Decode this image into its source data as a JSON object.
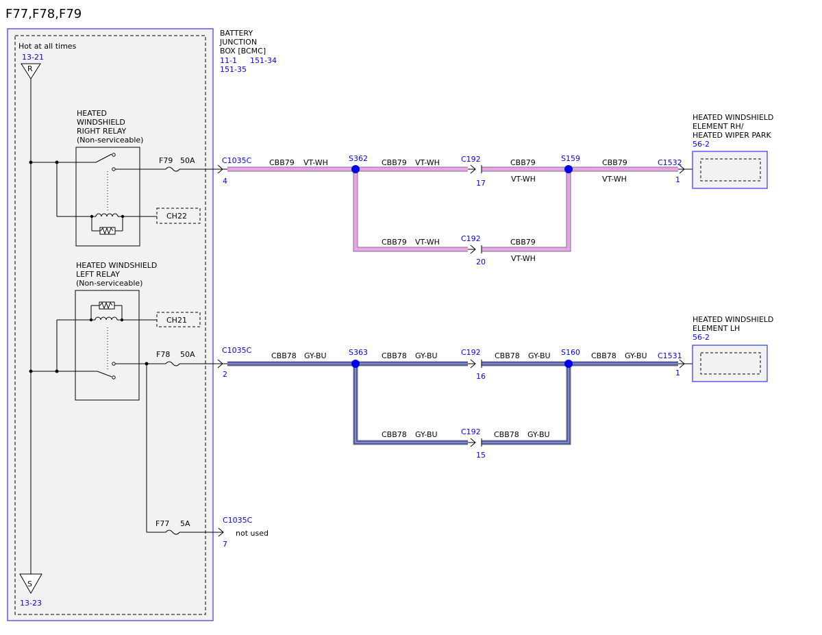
{
  "title": "F77,F78,F79",
  "colors": {
    "vt_wh_wire": "#e9a4e9",
    "gy_bu_wire": "#4a55a8",
    "wire_outline": "#777777",
    "link_blue": "#0000ee",
    "box_fill": "#f2f2f2",
    "box_border": "#3333dd"
  },
  "bjb": {
    "name_line1": "BATTERY",
    "name_line2": "JUNCTION",
    "name_line3": "BOX [BCMC]",
    "ref1": "11-1",
    "ref2": "151-34",
    "ref3": "151-35",
    "hot_label": "Hot at all times",
    "hot_ref": "13-21",
    "top_symbol": "R",
    "bottom_symbol": "S",
    "bottom_ref": "13-23"
  },
  "right_relay": {
    "line1": "HEATED",
    "line2": "WINDSHIELD",
    "line3": "RIGHT RELAY",
    "line4": "(Non-serviceable)",
    "control": "CH22"
  },
  "left_relay": {
    "line1": "HEATED WINDSHIELD",
    "line2": "LEFT RELAY",
    "line3": "(Non-serviceable)",
    "control": "CH21"
  },
  "fuses": {
    "f79": {
      "name": "F79",
      "rating": "50A"
    },
    "f78": {
      "name": "F78",
      "rating": "50A"
    },
    "f77": {
      "name": "F77",
      "rating": "5A"
    }
  },
  "circuit_79": {
    "bjb_connector": "C1035C",
    "bjb_pin": "4",
    "seg1_circuit": "CBB79",
    "seg1_color": "VT-WH",
    "splice_a": "S362",
    "seg2_circuit": "CBB79",
    "seg2_color": "VT-WH",
    "inline_connector_top": "C192",
    "inline_pin_top": "17",
    "seg3_circuit": "CBB79",
    "seg3_color": "VT-WH",
    "splice_b": "S159",
    "seg4_circuit": "CBB79",
    "seg4_color": "VT-WH",
    "load_connector": "C1532",
    "load_pin": "1",
    "lower_seg1_circuit": "CBB79",
    "lower_seg1_color": "VT-WH",
    "inline_connector_bottom": "C192",
    "inline_pin_bottom": "20",
    "lower_seg2_circuit": "CBB79",
    "lower_seg2_color": "VT-WH"
  },
  "circuit_78": {
    "bjb_connector": "C1035C",
    "bjb_pin": "2",
    "seg1_circuit": "CBB78",
    "seg1_color": "GY-BU",
    "splice_a": "S363",
    "seg2_circuit": "CBB78",
    "seg2_color": "GY-BU",
    "inline_connector_top": "C192",
    "inline_pin_top": "16",
    "seg3_circuit": "CBB78",
    "seg3_color": "GY-BU",
    "splice_b": "S160",
    "seg4_circuit": "CBB78",
    "seg4_color": "GY-BU",
    "load_connector": "C1531",
    "load_pin": "1",
    "lower_seg1_circuit": "CBB78",
    "lower_seg1_color": "GY-BU",
    "inline_connector_bottom": "C192",
    "inline_pin_bottom": "15",
    "lower_seg2_circuit": "CBB78",
    "lower_seg2_color": "GY-BU"
  },
  "circuit_77": {
    "bjb_connector": "C1035C",
    "bjb_pin": "7",
    "status": "not used"
  },
  "load_rh": {
    "line1": "HEATED WINDSHIELD",
    "line2": "ELEMENT RH/",
    "line3": "HEATED WIPER PARK",
    "ref": "56-2"
  },
  "load_lh": {
    "line1": "HEATED WINDSHIELD",
    "line2": "ELEMENT LH",
    "ref": "56-2"
  }
}
